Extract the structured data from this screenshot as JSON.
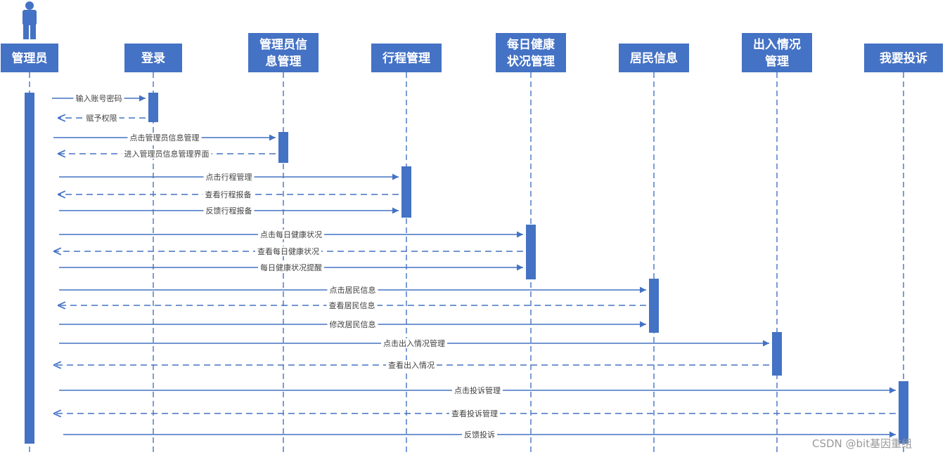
{
  "colors": {
    "primary": "#4472c4",
    "label_bg": "#ffffff",
    "text": "#404040",
    "header_text": "#ffffff",
    "watermark": "#9a9a9a"
  },
  "actor_icon": "person-icon",
  "participants": [
    {
      "id": "admin",
      "lines": [
        "管理员"
      ]
    },
    {
      "id": "login",
      "lines": [
        "登录"
      ]
    },
    {
      "id": "admin_info",
      "lines": [
        "管理员信",
        "息管理"
      ]
    },
    {
      "id": "itinerary",
      "lines": [
        "行程管理"
      ]
    },
    {
      "id": "daily_health",
      "lines": [
        "每日健康",
        "状况管理"
      ]
    },
    {
      "id": "resident",
      "lines": [
        "居民信息"
      ]
    },
    {
      "id": "inout",
      "lines": [
        "出入情况",
        "管理"
      ]
    },
    {
      "id": "complaint",
      "lines": [
        "我要投诉"
      ]
    }
  ],
  "messages": [
    {
      "from": "admin",
      "to": "login",
      "text": "输入账号密码",
      "style": "solid"
    },
    {
      "from": "login",
      "to": "admin",
      "text": "赋予权限",
      "style": "dashed"
    },
    {
      "from": "admin",
      "to": "admin_info",
      "text": "点击管理员信息管理",
      "style": "solid"
    },
    {
      "from": "admin_info",
      "to": "admin",
      "text": "进入管理员信息管理界面",
      "style": "dashed"
    },
    {
      "from": "admin",
      "to": "itinerary",
      "text": "点击行程管理",
      "style": "solid"
    },
    {
      "from": "itinerary",
      "to": "admin",
      "text": "查看行程报备",
      "style": "dashed"
    },
    {
      "from": "admin",
      "to": "itinerary",
      "text": "反馈行程报备",
      "style": "solid"
    },
    {
      "from": "admin",
      "to": "daily_health",
      "text": "点击每日健康状况",
      "style": "solid"
    },
    {
      "from": "daily_health",
      "to": "admin",
      "text": "查看每日健康状况",
      "style": "dashed"
    },
    {
      "from": "admin",
      "to": "daily_health",
      "text": "每日健康状况提醒",
      "style": "solid"
    },
    {
      "from": "admin",
      "to": "resident",
      "text": "点击居民信息",
      "style": "solid"
    },
    {
      "from": "resident",
      "to": "admin",
      "text": "查看居民信息",
      "style": "dashed"
    },
    {
      "from": "admin",
      "to": "resident",
      "text": "修改居民信息",
      "style": "solid"
    },
    {
      "from": "admin",
      "to": "inout",
      "text": "点击出入情况管理",
      "style": "solid"
    },
    {
      "from": "inout",
      "to": "admin",
      "text": "查看出入情况",
      "style": "dashed"
    },
    {
      "from": "admin",
      "to": "complaint",
      "text": "点击投诉管理",
      "style": "solid"
    },
    {
      "from": "complaint",
      "to": "admin",
      "text": "查看投诉管理",
      "style": "dashed"
    },
    {
      "from": "admin",
      "to": "complaint",
      "text": "反馈投诉",
      "style": "solid"
    }
  ],
  "watermark": "CSDN @bit基因重组"
}
